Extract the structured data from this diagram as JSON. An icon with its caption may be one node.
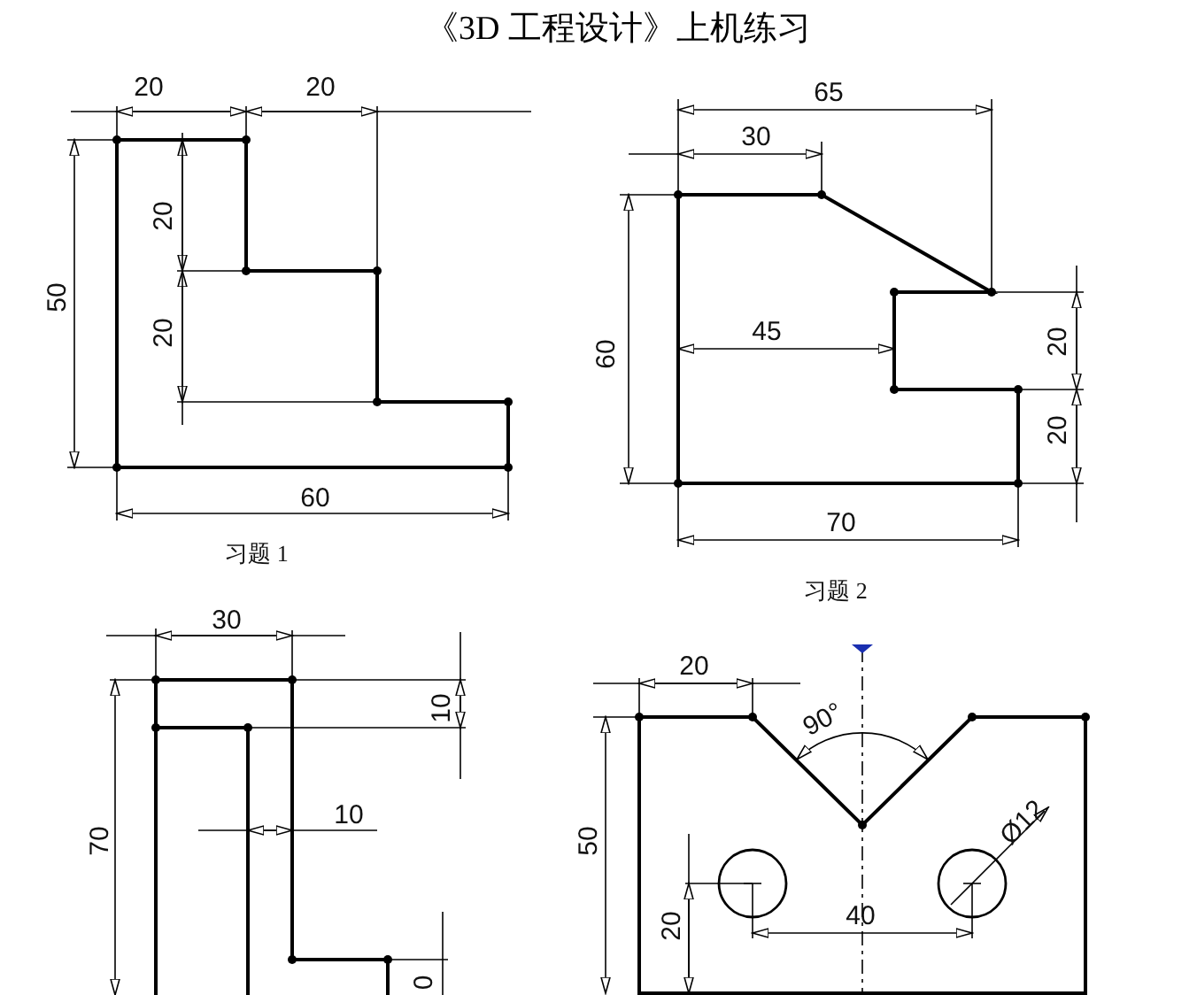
{
  "diagram": {
    "title": "《3D 工程设计》上机练习",
    "labels": [
      "20",
      "20",
      "50",
      "20",
      "20",
      "60",
      "习题 1",
      "65",
      "30",
      "60",
      "45",
      "20",
      "20",
      "70",
      "习题 2",
      "30",
      "10",
      "10",
      "70",
      "0",
      "20",
      "90°",
      "50",
      "Ø12",
      "20",
      "40"
    ]
  }
}
